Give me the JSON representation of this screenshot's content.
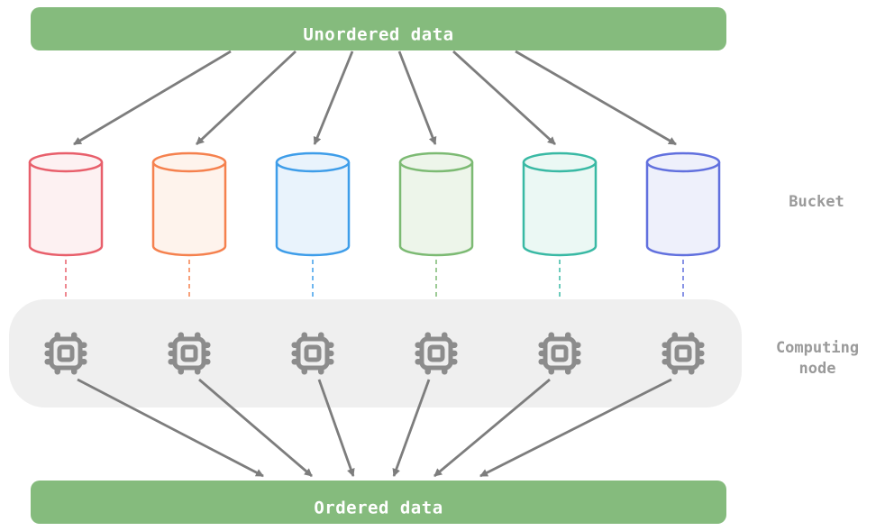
{
  "diagram": {
    "top_bar": {
      "label": "Unordered data",
      "color": "#85bb7d",
      "text_color": "#ffffff"
    },
    "bottom_bar": {
      "label": "Ordered data",
      "color": "#85bb7d",
      "text_color": "#ffffff"
    },
    "side_labels": {
      "bucket": "Bucket",
      "computing_node_line1": "Computing",
      "computing_node_line2": "node",
      "color": "#9a9a9a"
    },
    "buckets": [
      {
        "name": "bucket-red",
        "stroke": "#e85f6b",
        "fill": "#fdf1f2"
      },
      {
        "name": "bucket-orange",
        "stroke": "#f5814e",
        "fill": "#fef3ec"
      },
      {
        "name": "bucket-blue",
        "stroke": "#3e9de9",
        "fill": "#e9f3fc"
      },
      {
        "name": "bucket-green",
        "stroke": "#7cba73",
        "fill": "#edf5ea"
      },
      {
        "name": "bucket-teal",
        "stroke": "#39b9a4",
        "fill": "#ebf8f4"
      },
      {
        "name": "bucket-indigo",
        "stroke": "#6170de",
        "fill": "#eef0fb"
      }
    ],
    "computing_band": {
      "color": "#efefef",
      "node_icon": "cpu-chip-icon",
      "node_count": 6,
      "icon_color": "#8c8c8c"
    },
    "arrows": {
      "color": "#7d7d7d"
    }
  }
}
